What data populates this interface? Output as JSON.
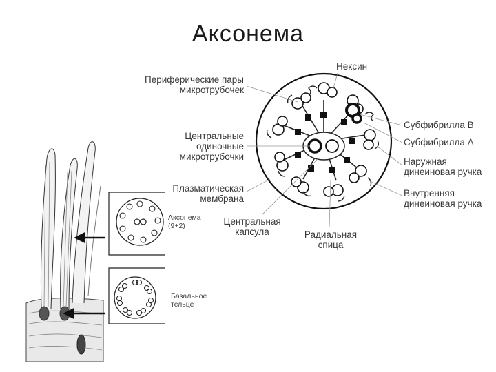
{
  "title": "Аксонема",
  "labels": {
    "peripheral_pairs": [
      "Периферические пары",
      "микротрубочек"
    ],
    "central_single": [
      "Центральные",
      "одиночные",
      "микротрубочки"
    ],
    "plasma_membrane": [
      "Плазматическая",
      "мембрана"
    ],
    "central_capsule": [
      "Центральная",
      "капсула"
    ],
    "radial_spoke": [
      "Радиальная",
      "спица"
    ],
    "nexin": [
      "Нексин"
    ],
    "subfibril_b": [
      "Субфибрилла B"
    ],
    "subfibril_a": [
      "Субфибрилла A"
    ],
    "outer_dynein_arm": [
      "Наружная",
      "динеиновая ручка"
    ],
    "inner_dynein_arm": [
      "Внутренняя",
      "динеиновая ручка"
    ],
    "axoneme_inset": [
      "Аксонема",
      "(9+2)"
    ],
    "basal_body_inset": [
      "Базальное",
      "тельце"
    ]
  }
}
